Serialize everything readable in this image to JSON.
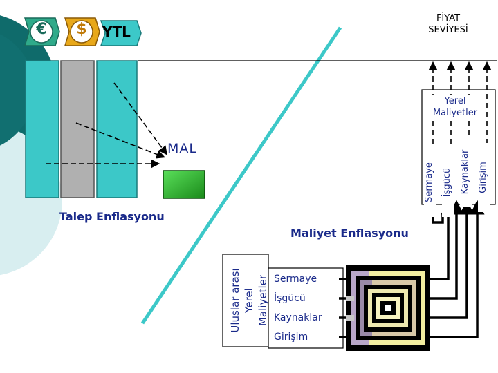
{
  "header": {
    "currency_badge_1": "€",
    "currency_badge_2": "$",
    "ytl_label": "YTL",
    "price_level_line1": "FİYAT",
    "price_level_line2": "SEVİYESİ"
  },
  "diagram": {
    "goods_label": "MAL",
    "demand_inflation_label": "Talep Enflasyonu",
    "cost_inflation_label": "Maliyet Enflasyonu",
    "local_costs_line1": "Yerel",
    "local_costs_line2": "Maliyetler",
    "local_cost_factors": [
      "Sermaye",
      "İşgücü",
      "Kaynaklar",
      "Girişim"
    ],
    "international_costs": [
      "Uluslar arası",
      "Yerel",
      "Maliyetler"
    ],
    "cost_list": [
      "Sermaye",
      "İşgücü",
      "Kaynaklar",
      "Girişim"
    ]
  },
  "colors": {
    "teal_dark": "#0f6b6b",
    "teal_light": "#3cc8c8",
    "gray_bar": "#b0b0b0",
    "green_box": "#2db82d",
    "text_blue": "#1a2a8a",
    "coin_green": "#2faa8a",
    "coin_gold": "#e8a81a"
  }
}
